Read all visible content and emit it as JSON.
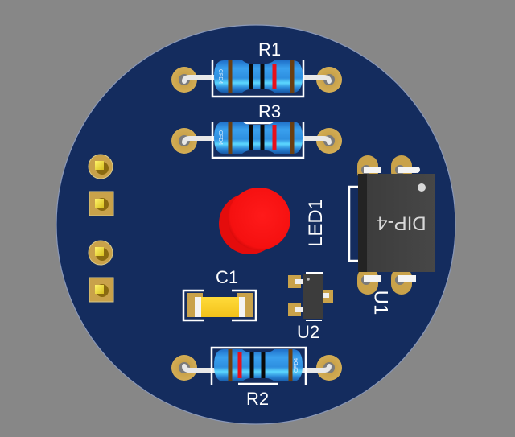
{
  "viewer": {
    "background_color": "#878787"
  },
  "board": {
    "shape": "round",
    "soldermask_color": "#142c5e",
    "silkscreen_color": "#ffffff",
    "pad_color": "#c9a24a"
  },
  "components": {
    "r1": {
      "designator": "R1",
      "body_marking": "CFD4",
      "bands": [
        "brown",
        "black",
        "black",
        "red",
        "brown"
      ]
    },
    "r3": {
      "designator": "R3",
      "body_marking": "CFD4",
      "bands": [
        "brown",
        "black",
        "black",
        "red",
        "brown"
      ]
    },
    "r2": {
      "designator": "R2",
      "body_marking": "CFD4",
      "bands": [
        "brown",
        "red",
        "black",
        "black",
        "brown"
      ]
    },
    "led1": {
      "designator": "LED1",
      "color": "#ff1a1a"
    },
    "u1": {
      "designator": "U1",
      "package_label": "DIP-4"
    },
    "c1": {
      "designator": "C1"
    },
    "u2": {
      "designator": "U2"
    },
    "header": {
      "pins": 4
    }
  },
  "band_colors": {
    "brown": "#6b3f10",
    "black": "#0a0a0a",
    "red": "#e8101a"
  }
}
